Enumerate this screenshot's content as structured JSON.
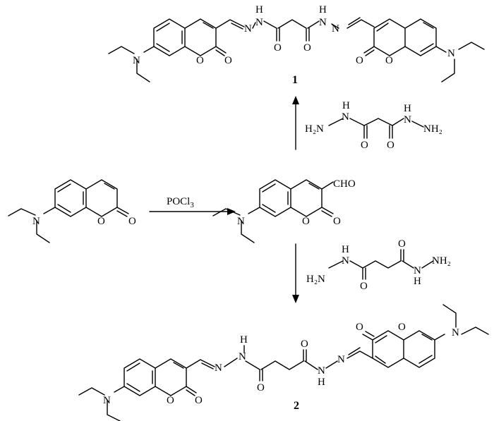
{
  "compounds": {
    "c1": {
      "number": "1"
    },
    "c2": {
      "number": "2"
    }
  },
  "reagents": {
    "pocl3": {
      "base": "POCl",
      "sub": "3"
    },
    "malonic_dihydrazide": {
      "h2n": "H₂N",
      "nh_top": "H",
      "nh_n": "N",
      "n_right": "N",
      "h_right": "H",
      "nh2_right": "NH₂"
    },
    "succinic_dihydrazide": {
      "h2n": "H₂N",
      "nh": "N",
      "h": "H",
      "n_right": "N",
      "h_right": "H",
      "nh2_right": "NH₂"
    }
  },
  "labels": {
    "cho": "CHO",
    "n": "N",
    "o": "O",
    "h": "H"
  }
}
